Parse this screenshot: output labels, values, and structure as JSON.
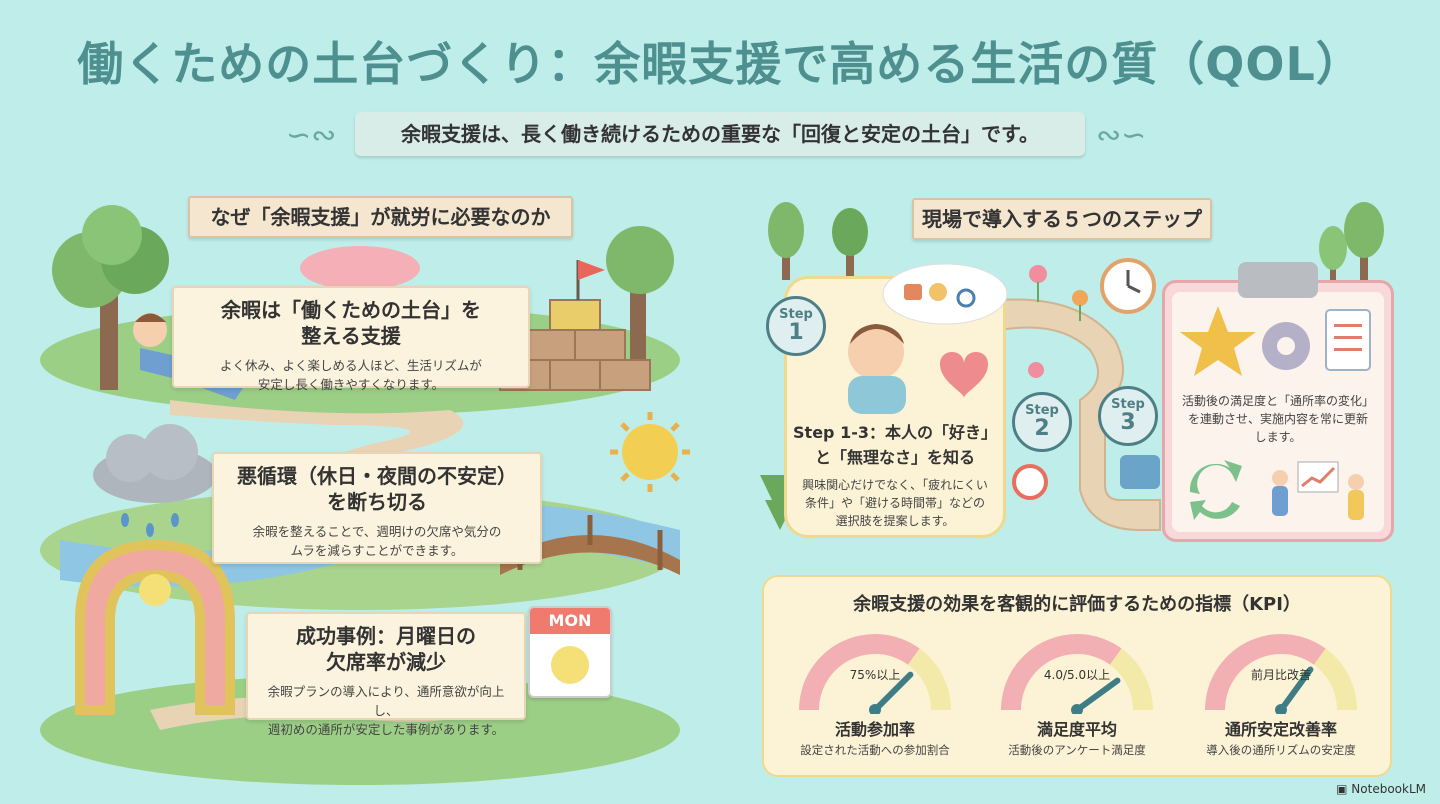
{
  "title": "働くための土台づくり：余暇支援で高める生活の質（QOL）",
  "subtitle": "余暇支援は、長く働き続けるための重要な「回復と安定の土台」です。",
  "left": {
    "ribbon": "なぜ「余暇支援」が就労に必要なのか",
    "cards": [
      {
        "heading_1": "余暇は「働くための土台」を",
        "heading_2": "整える支援",
        "body_1": "よく休み、よく楽しめる人ほど、生活リズムが",
        "body_2": "安定し長く働きやすくなります。"
      },
      {
        "heading_1": "悪循環（休日・夜間の不安定）",
        "heading_2": "を断ち切る",
        "body_1": "余暇を整えることで、週明けの欠席や気分の",
        "body_2": "ムラを減らすことができます。"
      },
      {
        "heading_1": "成功事例：月曜日の",
        "heading_2": "欠席率が減少",
        "body_1": "余暇プランの導入により、通所意欲が向上し、",
        "body_2": "週初めの通所が安定した事例があります。"
      }
    ],
    "calendar_label": "MON"
  },
  "right": {
    "ribbon": "現場で導入する５つのステップ",
    "steps": [
      {
        "word": "Step",
        "num": "1"
      },
      {
        "word": "Step",
        "num": "2"
      },
      {
        "word": "Step",
        "num": "3"
      }
    ],
    "step1_heading_1": "Step 1-3：本人の「好き」",
    "step1_heading_2": "と「無理なさ」を知る",
    "step1_body_1": "興味関心だけでなく、「疲れにくい",
    "step1_body_2": "条件」や「避ける時間帯」などの",
    "step1_body_3": "選択肢を提案します。",
    "clip_text_1": "活動後の満足度と「通所率の変化」",
    "clip_text_2": "を連動させ、実施内容を常に更新",
    "clip_text_3": "します。",
    "kpi_title": "余暇支援の効果を客観的に評価するための指標（KPI）",
    "gauges": [
      {
        "value": "75%以上",
        "label": "活動参加率",
        "sub": "設定された活動への参加割合",
        "level": 0.75
      },
      {
        "value": "4.0/5.0以上",
        "label": "満足度平均",
        "sub": "活動後のアンケート満足度",
        "level": 0.8
      },
      {
        "value": "前月比改善",
        "label": "通所安定改善率",
        "sub": "導入後の通所リズムの安定度",
        "level": 0.7
      }
    ]
  },
  "footer": "NotebookLM",
  "colors": {
    "background": "#bfeeea",
    "title": "#4e8f8f",
    "card": "#fbf3dd",
    "step_badge": "#4f7f86",
    "gauge_pink": "#f2b0b4",
    "gauge_yellow": "#f3eaa9",
    "needle": "#3f7d86"
  }
}
